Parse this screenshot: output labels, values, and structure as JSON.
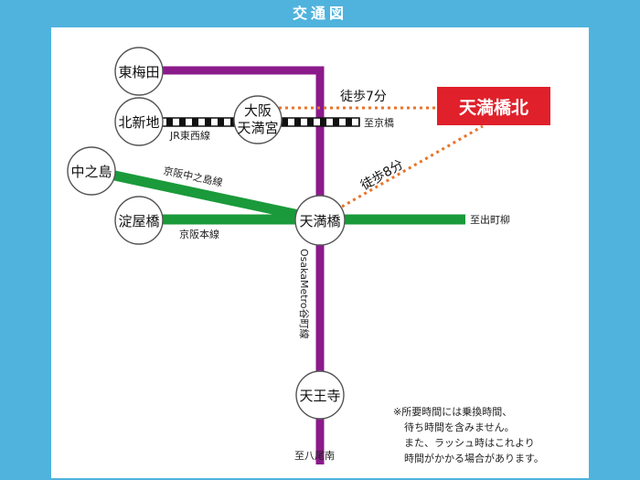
{
  "title": "交通図",
  "destination": "天満橋北",
  "stations": {
    "higashi_umeda": "東梅田",
    "kitashinchi": "北新地",
    "osaka_tenmangu_1": "大阪",
    "osaka_tenmangu_2": "天満宮",
    "nakanoshima": "中之島",
    "yodoyabashi": "淀屋橋",
    "tenmabashi": "天満橋",
    "tennoji": "天王寺"
  },
  "lines": {
    "jr_tozai": "JR東西線",
    "keihan_nakanoshima": "京阪中之島線",
    "keihan_main": "京阪本線",
    "metro_tanimachi": "OsakaMetro谷町線"
  },
  "directions": {
    "to_kyobashi": "至京橋",
    "to_demachiyanagi": "至出町柳",
    "to_yaominami": "至八尾南"
  },
  "walks": {
    "walk_7": "徒歩7分",
    "walk_8": "徒歩8分"
  },
  "note": {
    "line1": "※所要時間には乗換時間、",
    "line2": "待ち時間を含みません。",
    "line3": "また、ラッシュ時はこれより",
    "line4": "時間がかかる場合があります。"
  },
  "colors": {
    "frame": "#4fb3dd",
    "tanimachi_line": "#8b1a8b",
    "keihan_line": "#1a9a3a",
    "walk_route": "#e8742a",
    "destination_bg": "#e0202a"
  }
}
